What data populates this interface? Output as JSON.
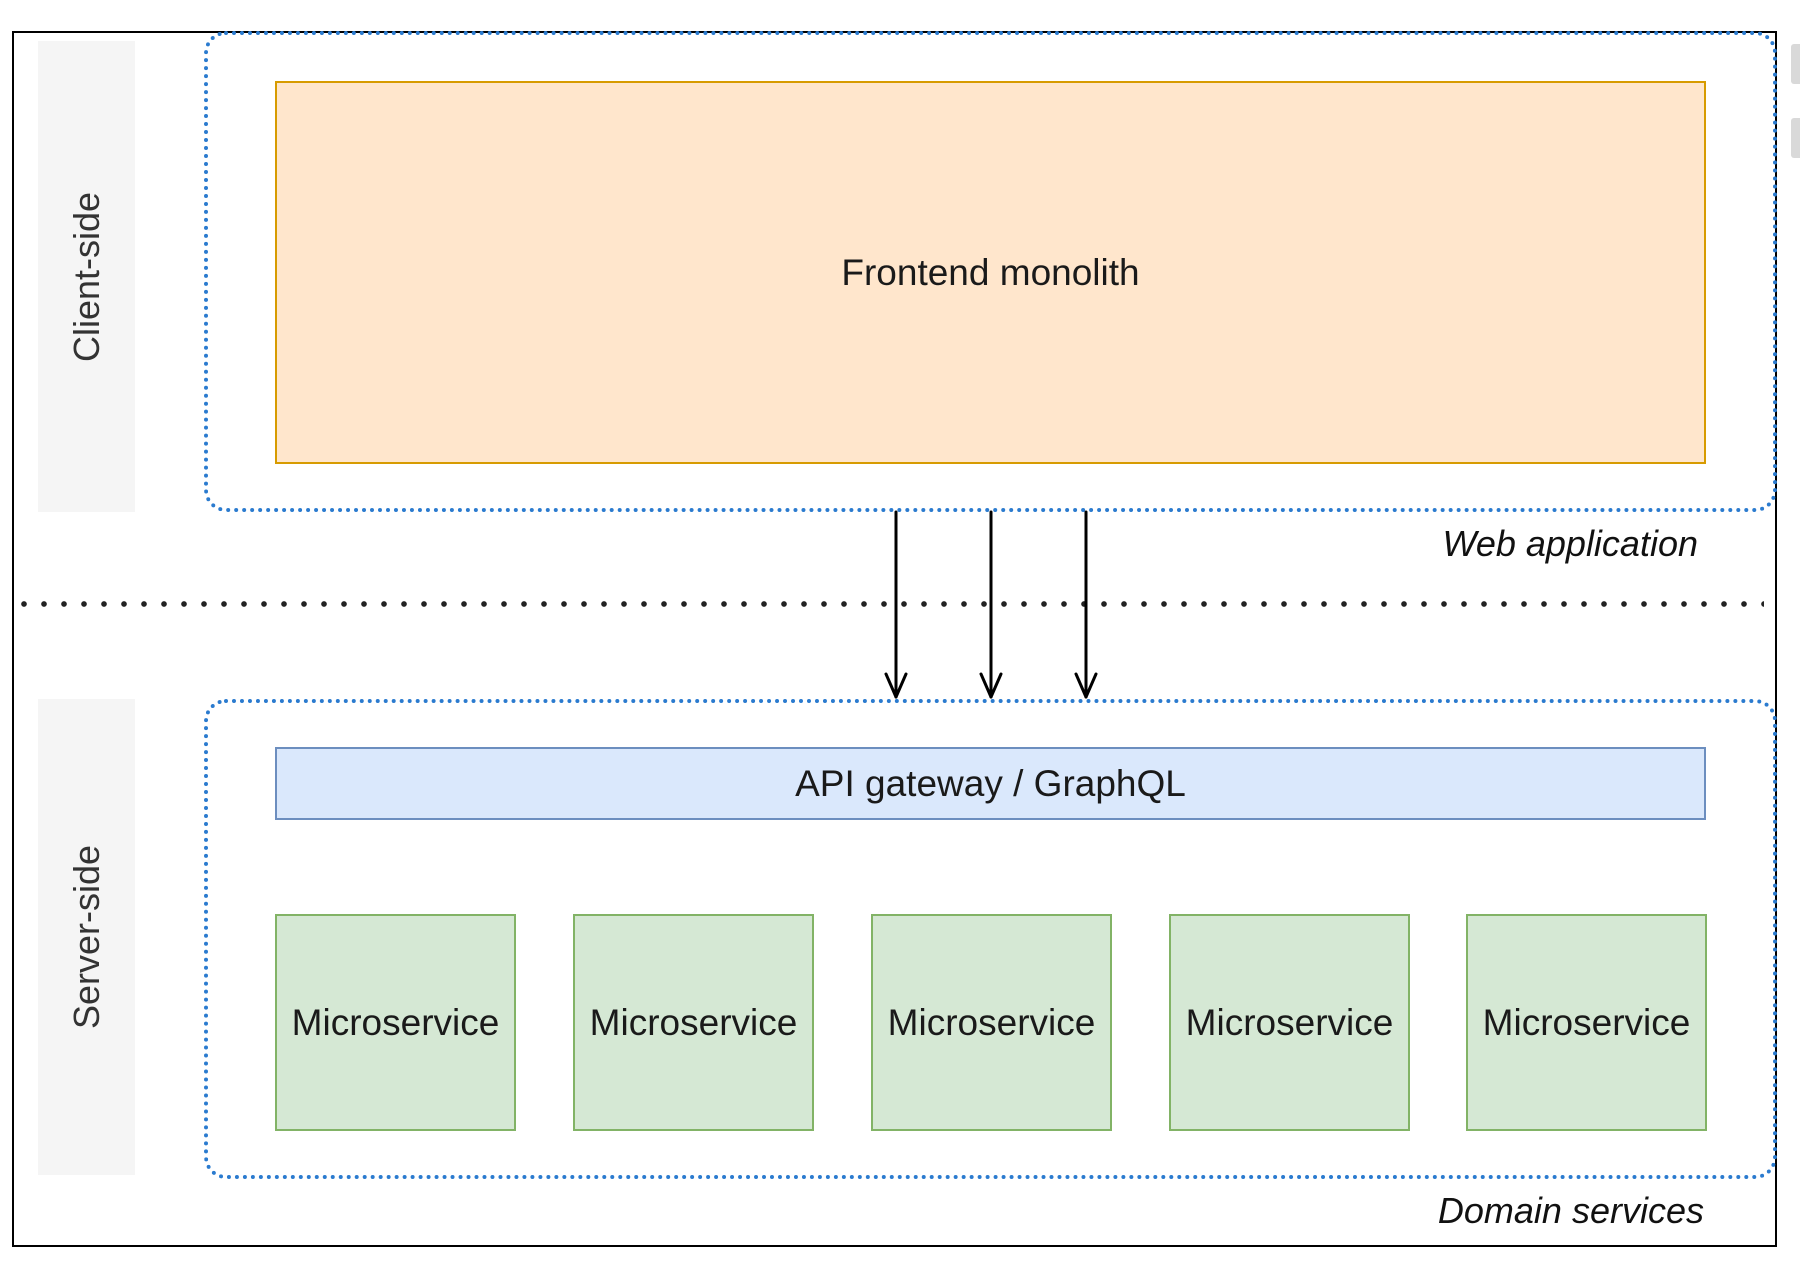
{
  "lanes": {
    "client": "Client-side",
    "server": "Server-side"
  },
  "groups": {
    "web_application": "Web application",
    "domain_services": "Domain services"
  },
  "nodes": {
    "frontend": "Frontend monolith",
    "gateway": "API gateway / GraphQL",
    "microservices": [
      "Microservice",
      "Microservice",
      "Microservice",
      "Microservice",
      "Microservice"
    ]
  },
  "colors": {
    "frontend_fill": "#ffe6cc",
    "frontend_border": "#d79b00",
    "gateway_fill": "#dae8fc",
    "gateway_border": "#6c8ebf",
    "microservice_fill": "#d5e8d4",
    "microservice_border": "#82b366",
    "group_border": "#2b7bcf",
    "lane_background": "#f5f5f5"
  }
}
